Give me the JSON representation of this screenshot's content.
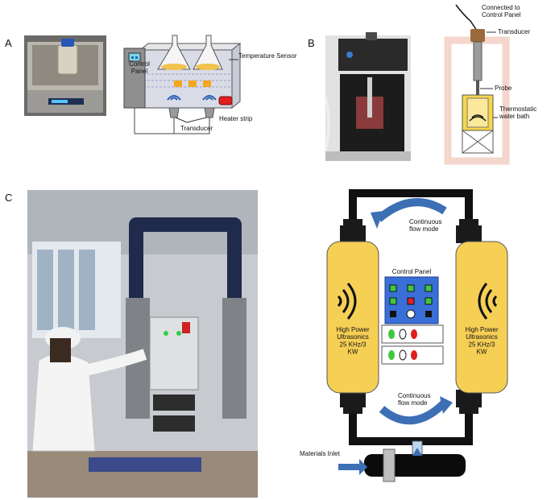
{
  "panels": {
    "a": "A",
    "b": "B",
    "c": "C"
  },
  "diagram_a": {
    "control_panel": "Control\nPanel",
    "temperature_sensor": "Temperature Sensor",
    "transducer": "Transducer",
    "heater_strip": "Heater strip"
  },
  "diagram_b": {
    "connected": "Connected to\nControl Panel",
    "transducer": "Transducer",
    "probe": "Probe",
    "water_bath": "Thermostatic\nwater bath"
  },
  "diagram_c": {
    "top_flow": "Continuous\nflow mode",
    "bottom_flow": "Continuous\nflow mode",
    "control_panel": "Control Panel",
    "left_unit": "High Power\nUltrasonics\n25 KHz/3\nKW",
    "right_unit": "High Power\nUltrasonics\n25 KHz/3\nKW",
    "inlet": "Materials Inlet"
  },
  "colors": {
    "tube_yellow": "#f6cf55",
    "arrow_blue": "#3d6fb4",
    "panel_blue": "#3a6fd8",
    "led_green": "#3ec93e",
    "led_red": "#e02020",
    "heater_red": "#e0201f"
  }
}
